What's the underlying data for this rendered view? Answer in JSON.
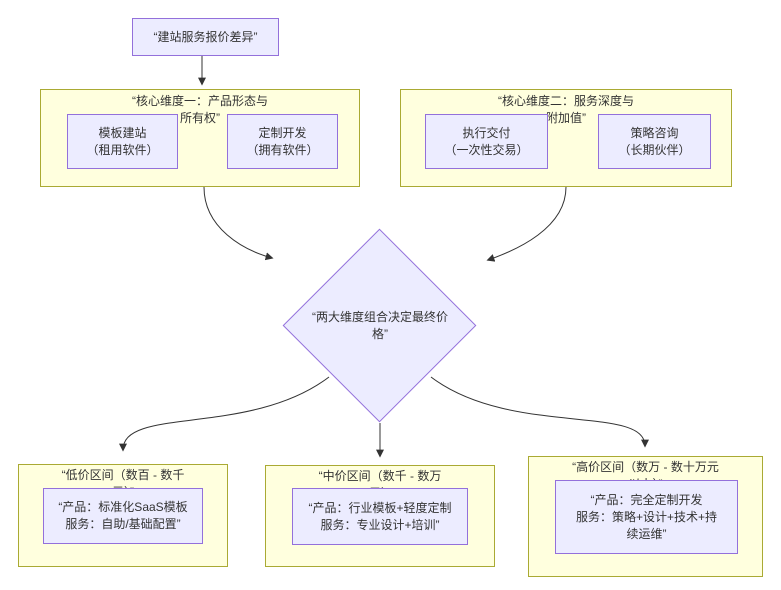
{
  "diagram_type": "flowchart",
  "colors": {
    "node_fill": "#ECECFF",
    "node_border": "#9370DB",
    "cluster_fill": "#FFFFDE",
    "cluster_border": "#AAAA33",
    "edge": "#333333",
    "text": "#333333",
    "background": "#ffffff"
  },
  "root_node": {
    "label": "“建站服务报价差异”"
  },
  "dimension1": {
    "title": "“核心维度一：产品形态与\n所有权”",
    "node1": {
      "label": "模板建站\n（租用软件）"
    },
    "node2": {
      "label": "定制开发\n（拥有软件）"
    }
  },
  "dimension2": {
    "title": "“核心维度二：服务深度与\n附加值”",
    "node1": {
      "label": "执行交付\n（一次性交易）"
    },
    "node2": {
      "label": "策略咨询\n（长期伙伴）"
    }
  },
  "decision": {
    "label": "“两大维度组合决定最终价\n格”"
  },
  "tiers": [
    {
      "title": "“低价区间（数百 - 数千\n元）”",
      "detail": "“产品：标准化SaaS模板\n服务：自助/基础配置”"
    },
    {
      "title": "“中价区间（数千 - 数万\n元）”",
      "detail": "“产品：行业模板+轻度定制\n服务：专业设计+培训”"
    },
    {
      "title": "“高价区间（数万 - 数十万元\n以上）”",
      "detail": "“产品：完全定制开发\n服务：策略+设计+技术+持\n续运维”"
    }
  ]
}
